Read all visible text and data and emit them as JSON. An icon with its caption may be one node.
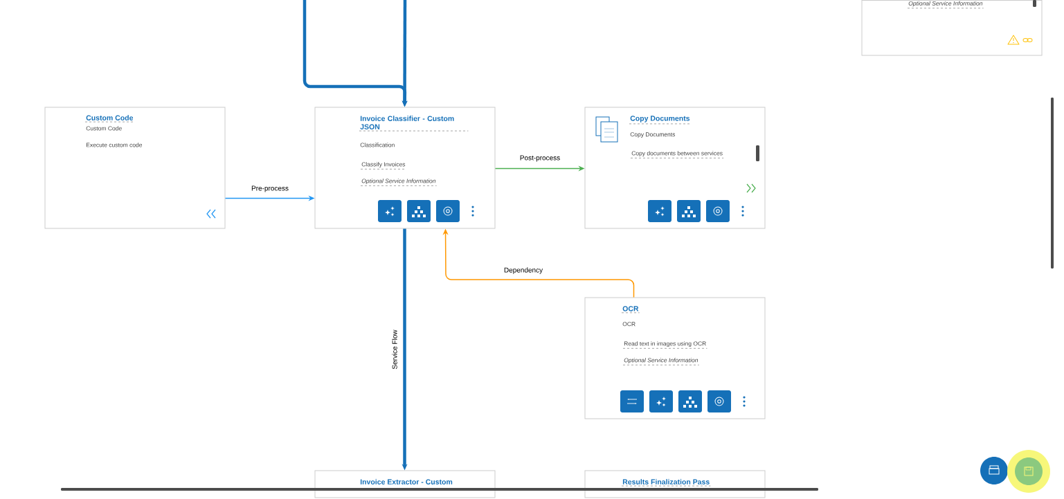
{
  "diagram": {
    "nodes": [
      {
        "text": [
          "Custom Code",
          "Custom Code",
          "Execute custom code"
        ]
      },
      {
        "text": [
          "Invoice Classifier - Custom JSON",
          "Classification",
          "Classify Invoices",
          "Optional Service Information"
        ]
      },
      {
        "text": [
          "Copy Documents",
          "Copy Documents",
          "Copy documents between services"
        ]
      },
      {
        "text": [
          "OCR",
          "OCR",
          "Read text in images using OCR",
          "Optional Service Information"
        ]
      },
      {
        "text": [
          "Invoice Extractor - Custom"
        ]
      },
      {
        "text": [
          "Results Finalization Pass"
        ]
      },
      {
        "text": [
          "Optional Service Information"
        ]
      }
    ],
    "edges": [
      {
        "from": 0,
        "to": 1,
        "arrow": "to",
        "label": "Pre-process",
        "color": "#2196f3"
      },
      {
        "from": 1,
        "to": 2,
        "arrow": "to",
        "label": "Post-process",
        "color": "#4caf50"
      },
      {
        "from": 3,
        "to": 1,
        "arrow": "to",
        "label": "Dependency",
        "color": "#ff9800"
      },
      {
        "from": 1,
        "to": 4,
        "arrow": "to",
        "label": "Service Flow",
        "style": "thick"
      },
      {
        "from": null,
        "to": 1,
        "arrow": "to",
        "style": "thick"
      },
      {
        "from": null,
        "to": 1,
        "arrow": "to",
        "style": "thick"
      }
    ]
  }
}
